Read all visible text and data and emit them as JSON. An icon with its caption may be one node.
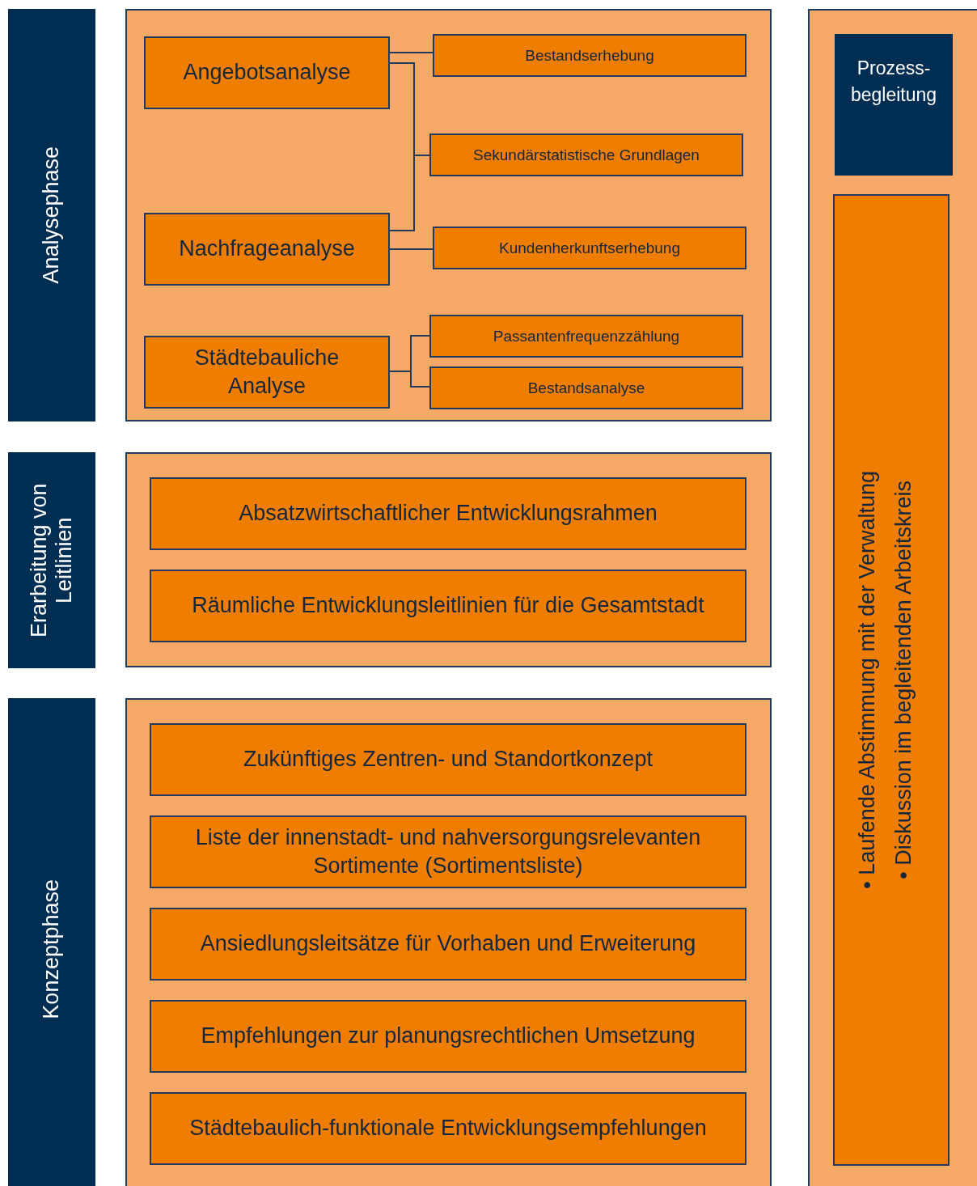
{
  "diagram": {
    "nodes": [
      {
        "text": [
          "Analysephase"
        ]
      },
      {
        "text": [],
        "shape": "box"
      },
      {
        "text": [
          "Angebotsanalyse"
        ],
        "in": 1
      },
      {
        "text": [
          "Bestandserhebung"
        ],
        "in": 1
      },
      {
        "text": [
          "Sekundärstatistische Grundlagen"
        ],
        "in": 1
      },
      {
        "text": [
          "Nachfrageanalyse"
        ],
        "in": 1
      },
      {
        "text": [
          "Kundenherkunftserhebung"
        ],
        "in": 1
      },
      {
        "text": [
          "Städtebauliche Analyse"
        ],
        "in": 1
      },
      {
        "text": [
          "Passantenfrequenzzählung"
        ],
        "in": 1
      },
      {
        "text": [
          "Bestandsanalyse"
        ],
        "in": 1
      },
      {
        "text": [
          "Erarbeitung von Leitlinien"
        ]
      },
      {
        "text": [],
        "shape": "box"
      },
      {
        "text": [
          "Absatzwirtschaftlicher Entwicklungsrahmen"
        ],
        "in": 11
      },
      {
        "text": [
          "Räumliche Entwicklungsleitlinien für die Gesamtstadt"
        ],
        "in": 11
      },
      {
        "text": [
          "Konzeptphase"
        ]
      },
      {
        "text": [],
        "shape": "box"
      },
      {
        "text": [
          "Zukünftiges Zentren- und Standortkonzept"
        ],
        "in": 15
      },
      {
        "text": [
          "Liste der innenstadt- und nahversorgungsrelevanten Sortimente (Sortimentsliste)"
        ],
        "in": 15
      },
      {
        "text": [
          "Ansiedlungsleitsätze für Vorhaben und Erweiterung"
        ],
        "in": 15
      },
      {
        "text": [
          "Empfehlungen zur planungsrechtlichen Umsetzung"
        ],
        "in": 15
      },
      {
        "text": [
          "Städtebaulich-funktionale Entwicklungsempfehlungen"
        ],
        "in": 15
      },
      {
        "text": [],
        "shape": "box"
      },
      {
        "text": [
          "Prozess-begleitung"
        ],
        "in": 21
      },
      {
        "text": [
          "• Laufende Abstimmung mit der Verwaltung",
          "• Diskussion im begleitenden Arbeitskreis"
        ],
        "in": 21
      }
    ],
    "edges": [
      {
        "from": 2,
        "to": 3,
        "arrow": "none"
      },
      {
        "from": 2,
        "to": 4,
        "arrow": "none"
      },
      {
        "from": 5,
        "to": 4,
        "arrow": "none"
      },
      {
        "from": 5,
        "to": 6,
        "arrow": "none"
      },
      {
        "from": 7,
        "to": 8,
        "arrow": "none"
      },
      {
        "from": 7,
        "to": 9,
        "arrow": "none"
      }
    ]
  }
}
